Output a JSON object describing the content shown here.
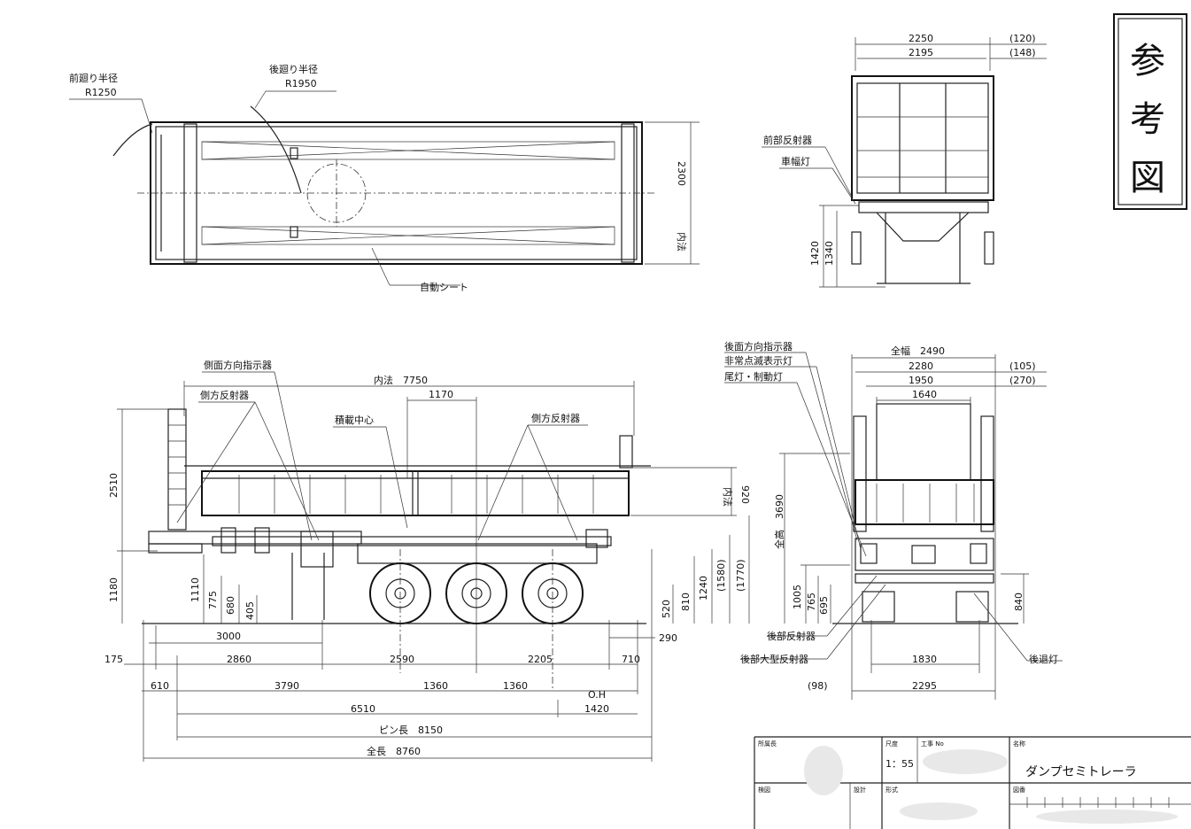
{
  "stamp": {
    "chars": [
      "参",
      "考",
      "図"
    ]
  },
  "top_view": {
    "front_radius_label": "前廻り半径",
    "front_radius_value": "R1250",
    "rear_radius_label": "後廻り半径",
    "rear_radius_value": "R1950",
    "auto_sheet": "自動シート",
    "inner_label": "内法",
    "inner_width": "2300"
  },
  "front_view": {
    "dim_top_1": "2250",
    "dim_top_2": "2195",
    "dim_side_1": "(120)",
    "dim_side_2": "(148)",
    "front_reflector": "前部反射器",
    "width_lamp": "車幅灯",
    "h1": "1420",
    "h2": "1340"
  },
  "side_view": {
    "inner_length": "内法　7750",
    "dim_1170": "1170",
    "side_turn_signal": "側面方向指示器",
    "side_reflector_left": "側方反射器",
    "load_center": "積載中心",
    "side_reflector_right": "側方反射器",
    "inner_label": "内法",
    "inner_height": "920",
    "h2510": "2510",
    "h1180": "1180",
    "h1110": "1110",
    "h775": "775",
    "h680": "680",
    "h405": "405",
    "h520": "520",
    "h810": "810",
    "h1240": "1240",
    "h1580": "(1580)",
    "h1770": "(1770)",
    "d3000": "3000",
    "d290": "290",
    "d175": "175",
    "d2860": "2860",
    "d2590": "2590",
    "d2205": "2205",
    "d710": "710",
    "d610": "610",
    "d3790": "3790",
    "d1360a": "1360",
    "d1360b": "1360",
    "oh": "O.H",
    "d1420": "1420",
    "d6510": "6510",
    "pin_length": "ピン長　8150",
    "overall_length": "全長　8760"
  },
  "rear_view": {
    "rear_turn_signal": "後面方向指示器",
    "hazard_lamp": "非常点滅表示灯",
    "tail_brake_lamp": "尾灯・制動灯",
    "overall_width": "全幅　2490",
    "d2280": "2280",
    "d1950": "1950",
    "d1640": "1640",
    "d105": "(105)",
    "d270": "(270)",
    "overall_height_label": "全高",
    "overall_height": "3690",
    "h1005": "1005",
    "h765": "765",
    "h695": "695",
    "h840": "840",
    "rear_reflector": "後部反射器",
    "rear_large_reflector": "後部大型反射器",
    "reverse_lamp": "後退灯",
    "d1830": "1830",
    "d98": "(98)",
    "d2295": "2295"
  },
  "title_block": {
    "h_maker": "所属長",
    "h_scale": "尺度",
    "h_work_no": "工事 No",
    "h_name": "名称",
    "scale_value": "1：55",
    "name_value": "ダンプセミトレーラ",
    "h_approved": "検図",
    "h_design": "設計",
    "h_model": "形式",
    "h_drawing_no": "図番"
  }
}
